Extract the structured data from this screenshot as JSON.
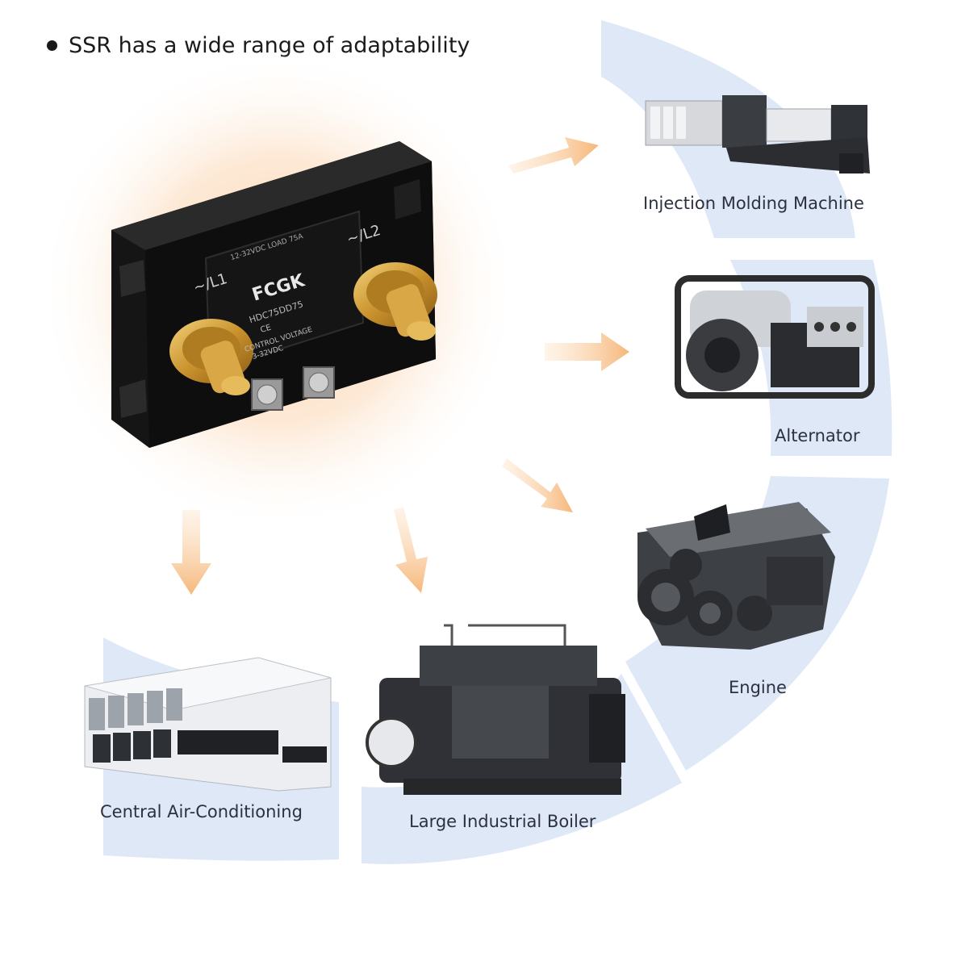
{
  "heading": "SSR has a wide range of adaptability",
  "relay": {
    "brand": "FCGK",
    "model": "HDC75DD75",
    "top_text": "12-32VDC  LOAD  75A",
    "terminal_l1": "~/L1",
    "terminal_l2": "~/L2",
    "cert": "CE",
    "control_text": "CONTROL VOLTAGE",
    "control_range": "3-32VDC"
  },
  "applications": [
    {
      "name": "Injection Molding Machine"
    },
    {
      "name": "Alternator"
    },
    {
      "name": "Engine"
    },
    {
      "name": "Large Industrial Boiler"
    },
    {
      "name": "Central Air-Conditioning"
    }
  ],
  "colors": {
    "band": "#dfe8f7",
    "arrow": "#f7c590",
    "glow": "#fde6cf",
    "text": "#2b3140"
  }
}
